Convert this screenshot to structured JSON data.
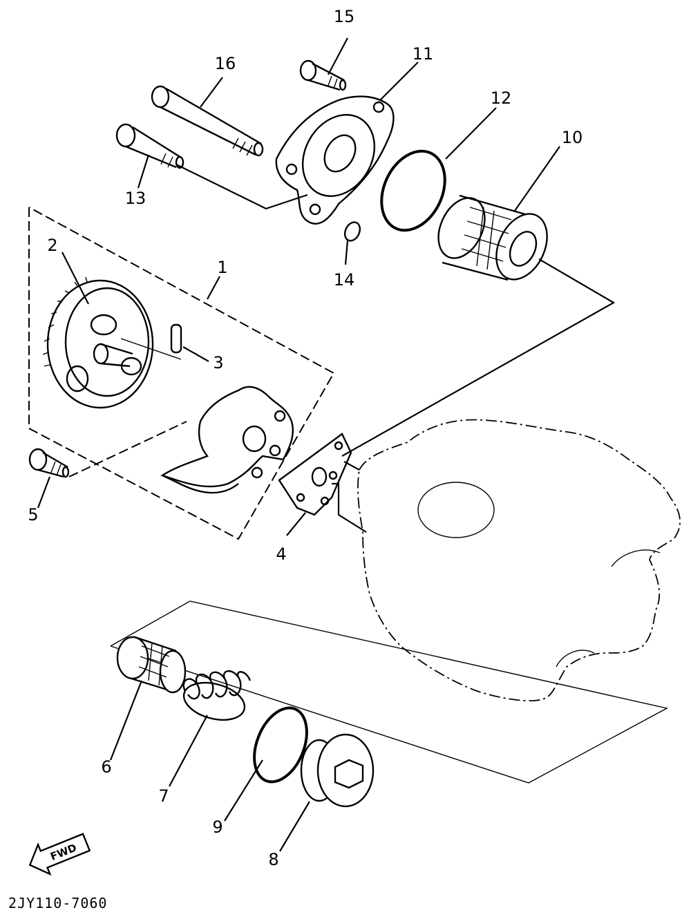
{
  "diagram": {
    "code": "2JY110-7060",
    "fwd": "FWD",
    "parts": [
      {
        "id": "part-1",
        "label": "1"
      },
      {
        "id": "part-2",
        "label": "2"
      },
      {
        "id": "part-3",
        "label": "3"
      },
      {
        "id": "part-4",
        "label": "4"
      },
      {
        "id": "part-5",
        "label": "5"
      },
      {
        "id": "part-6",
        "label": "6"
      },
      {
        "id": "part-7",
        "label": "7"
      },
      {
        "id": "part-8",
        "label": "8"
      },
      {
        "id": "part-9",
        "label": "9"
      },
      {
        "id": "part-10",
        "label": "10"
      },
      {
        "id": "part-11",
        "label": "11"
      },
      {
        "id": "part-12",
        "label": "12"
      },
      {
        "id": "part-13",
        "label": "13"
      },
      {
        "id": "part-14",
        "label": "14"
      },
      {
        "id": "part-15",
        "label": "15"
      },
      {
        "id": "part-16",
        "label": "16"
      }
    ]
  }
}
